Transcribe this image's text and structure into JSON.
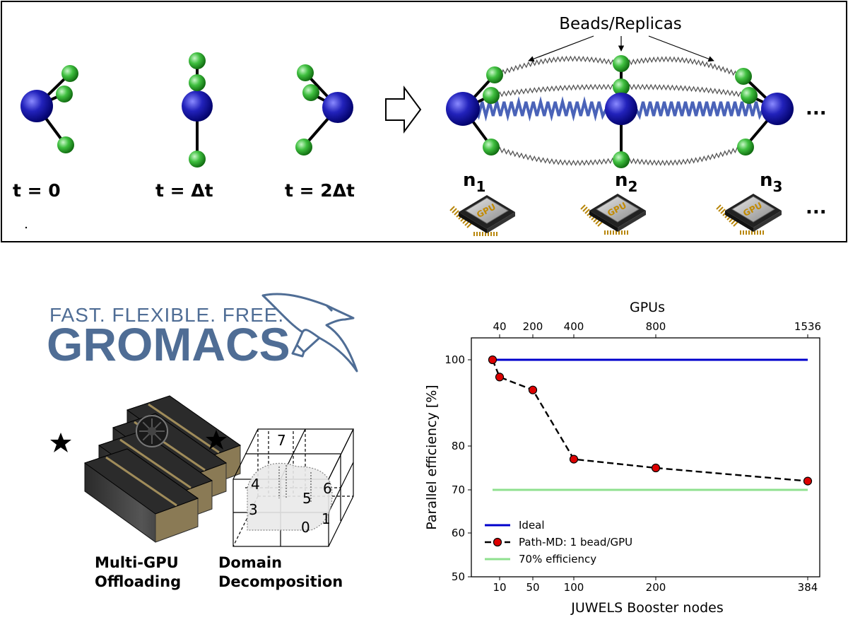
{
  "top_panel": {
    "time_labels": [
      "t = 0",
      "t = Δt",
      "t = 2Δt"
    ],
    "replica_label": "Beads/Replicas",
    "node_labels": [
      {
        "base": "n",
        "sub": "1"
      },
      {
        "base": "n",
        "sub": "2"
      },
      {
        "base": "n",
        "sub": "3"
      }
    ],
    "chip_label": "GPU",
    "ellipsis": "..."
  },
  "logo": {
    "tagline": "FAST. FLEXIBLE. FREE.",
    "name": "GROMACS",
    "color": "#4f6d95"
  },
  "features": {
    "multi_gpu": "Multi-GPU Offloading",
    "multi_gpu_lines": [
      "Multi-GPU",
      "Offloading"
    ],
    "domain_lines": [
      "Domain",
      "Decomposition"
    ],
    "cube_numbers": [
      "7",
      "4",
      "3",
      "5",
      "6",
      "0",
      "1"
    ]
  },
  "chart_data": {
    "type": "line",
    "xlabel": "JUWELS Booster nodes",
    "x2label": "GPUs",
    "ylabel": "Parallel efficiency [%]",
    "x_ticks": [
      10,
      50,
      100,
      200,
      384
    ],
    "x2_ticks": [
      {
        "label": "40",
        "node": 10
      },
      {
        "label": "200",
        "node": 50
      },
      {
        "label": "400",
        "node": 100
      },
      {
        "label": "800",
        "node": 200
      },
      {
        "label": "1536",
        "node": 384
      }
    ],
    "y_ticks": [
      50,
      60,
      70,
      80,
      100
    ],
    "ylim": [
      50,
      105
    ],
    "series": [
      {
        "name": "Ideal",
        "color": "#0000cc",
        "style": "solid",
        "x": [
          1,
          384
        ],
        "y": [
          100,
          100
        ]
      },
      {
        "name": "Path-MD: 1 bead/GPU",
        "color": "#000000",
        "marker_color": "#dd0000",
        "style": "dashed",
        "x": [
          1,
          10,
          50,
          100,
          200,
          384
        ],
        "y": [
          100,
          96,
          93,
          77,
          75,
          72
        ]
      },
      {
        "name": "70% efficiency",
        "color": "#8fe08f",
        "style": "solid",
        "x": [
          1,
          384
        ],
        "y": [
          70,
          70
        ]
      }
    ]
  }
}
